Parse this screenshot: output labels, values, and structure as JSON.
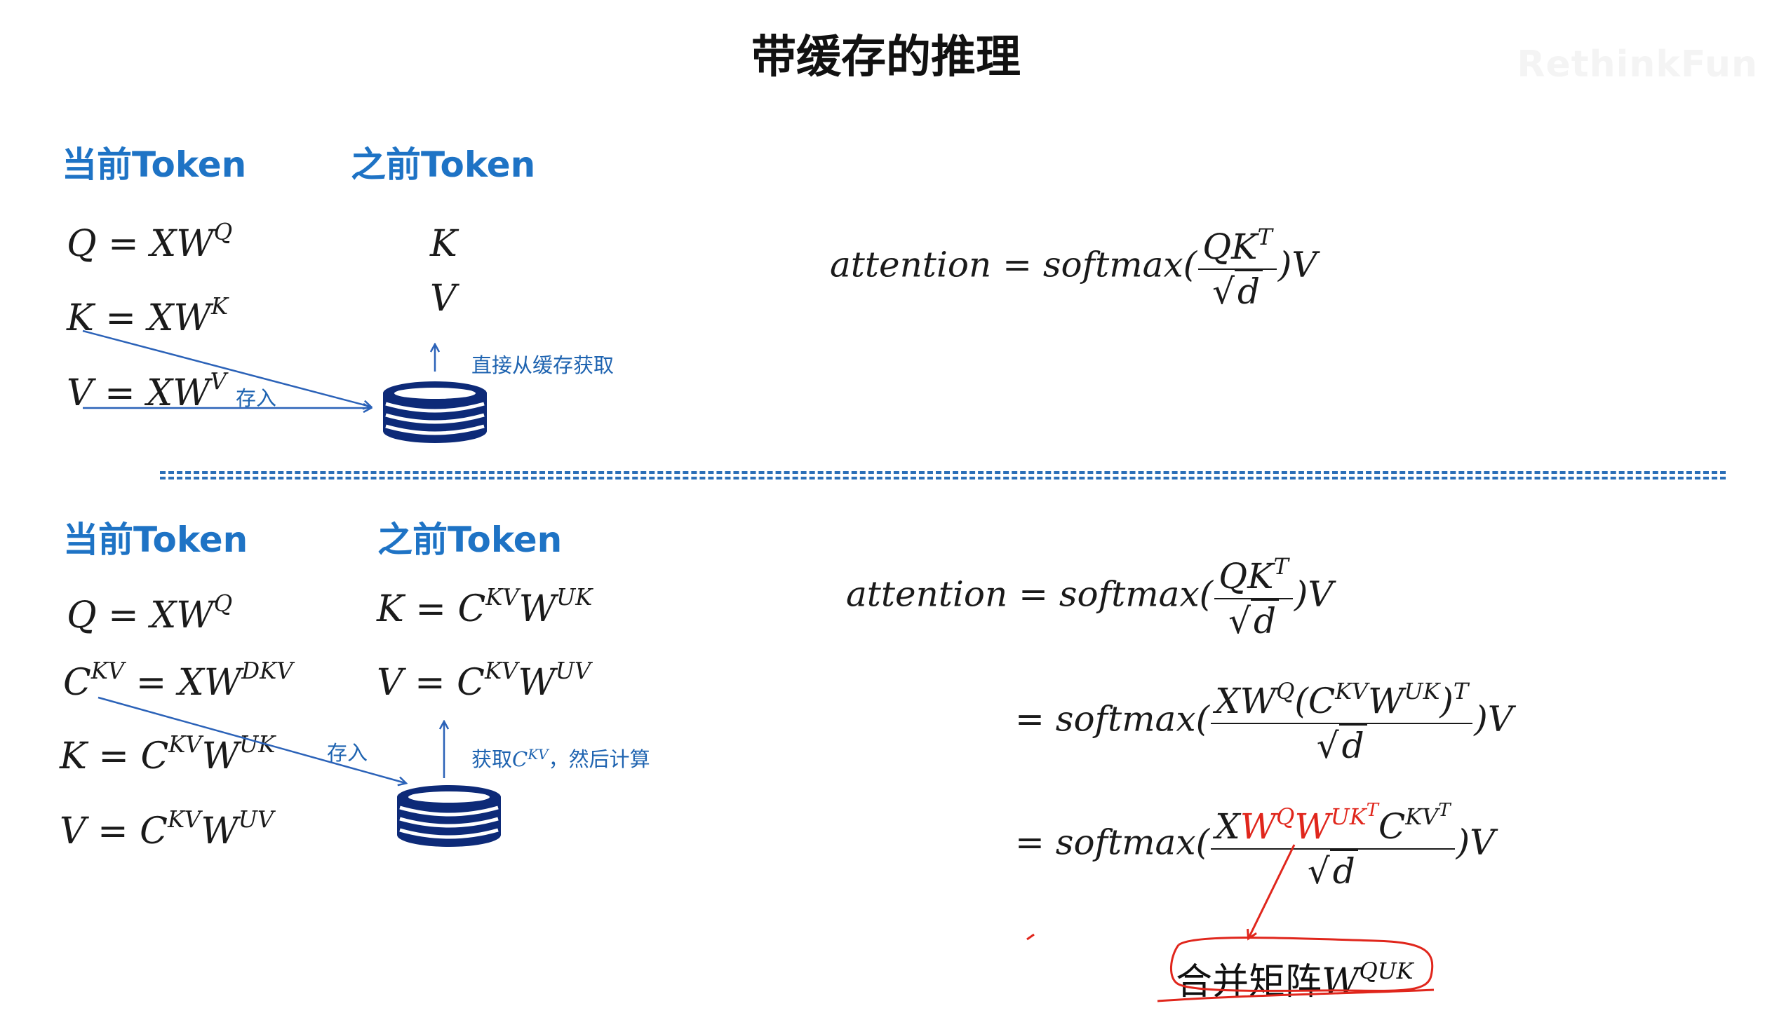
{
  "title": "带缓存的推理",
  "watermark": "RethinkFun",
  "section1": {
    "current_heading": "当前Token",
    "previous_heading": "之前Token",
    "current_eqs": [
      {
        "lhs": "Q = XW",
        "sup": "Q"
      },
      {
        "lhs": "K = XW",
        "sup": "K"
      },
      {
        "lhs": "V = XW",
        "sup": "V"
      }
    ],
    "previous_vars": [
      "K",
      "V"
    ],
    "store_label": "存入",
    "fetch_label": "直接从缓存获取",
    "attention": {
      "prefix": "attention = softmax(",
      "num_base": "QK",
      "num_sup": "T",
      "den": "d",
      "suffix": ")V"
    }
  },
  "section2": {
    "current_heading": "当前Token",
    "previous_heading": "之前Token",
    "eq_q": {
      "lhs": "Q = XW",
      "sup": "Q"
    },
    "eq_ckv": {
      "c": "C",
      "c_sup": "KV",
      "rhs": " = XW",
      "rhs_sup": "DKV"
    },
    "eq_k": {
      "lhs": "K = C",
      "sup1": "KV",
      "w": "W",
      "sup2": "UK"
    },
    "eq_v": {
      "lhs": "V = C",
      "sup1": "KV",
      "w": "W",
      "sup2": "UV"
    },
    "prev_k": {
      "lhs": "K = C",
      "sup1": "KV",
      "w": "W",
      "sup2": "UK"
    },
    "prev_v": {
      "lhs": "V = C",
      "sup1": "KV",
      "w": "W",
      "sup2": "UV"
    },
    "store_label": "存入",
    "fetch_label_a": "获取",
    "fetch_label_sup": "C",
    "fetch_label_sup2": "KV",
    "fetch_label_b": "，然后计算",
    "attention": {
      "prefix": "attention = softmax(",
      "num_base": "QK",
      "num_sup": "T",
      "den": "d",
      "suffix": ")V"
    },
    "step2": {
      "prefix": "= softmax(",
      "num_a": "XW",
      "num_a_sup": "Q",
      "num_b": "(C",
      "num_b_sup": "KV",
      "num_c": "W",
      "num_c_sup": "UK",
      "num_d": ")",
      "num_d_sup": "T",
      "den": "d",
      "suffix": ")V"
    },
    "step3": {
      "prefix": "= softmax(",
      "x": "X",
      "wq": "W",
      "wq_sup": "Q",
      "wuk": "W",
      "wuk_sup": "UK",
      "wuk_sup_t": "T",
      "c": "C",
      "c_sup": "KV",
      "c_sup_t": "T",
      "den": "d",
      "suffix": ")V"
    },
    "merge_label": "合并矩阵",
    "merge_w": "W",
    "merge_sup": "QUK"
  },
  "colors": {
    "heading": "#1e73c5",
    "arrow": "#2b62b8",
    "db": "#0d2a78",
    "highlight": "#e0261c"
  }
}
